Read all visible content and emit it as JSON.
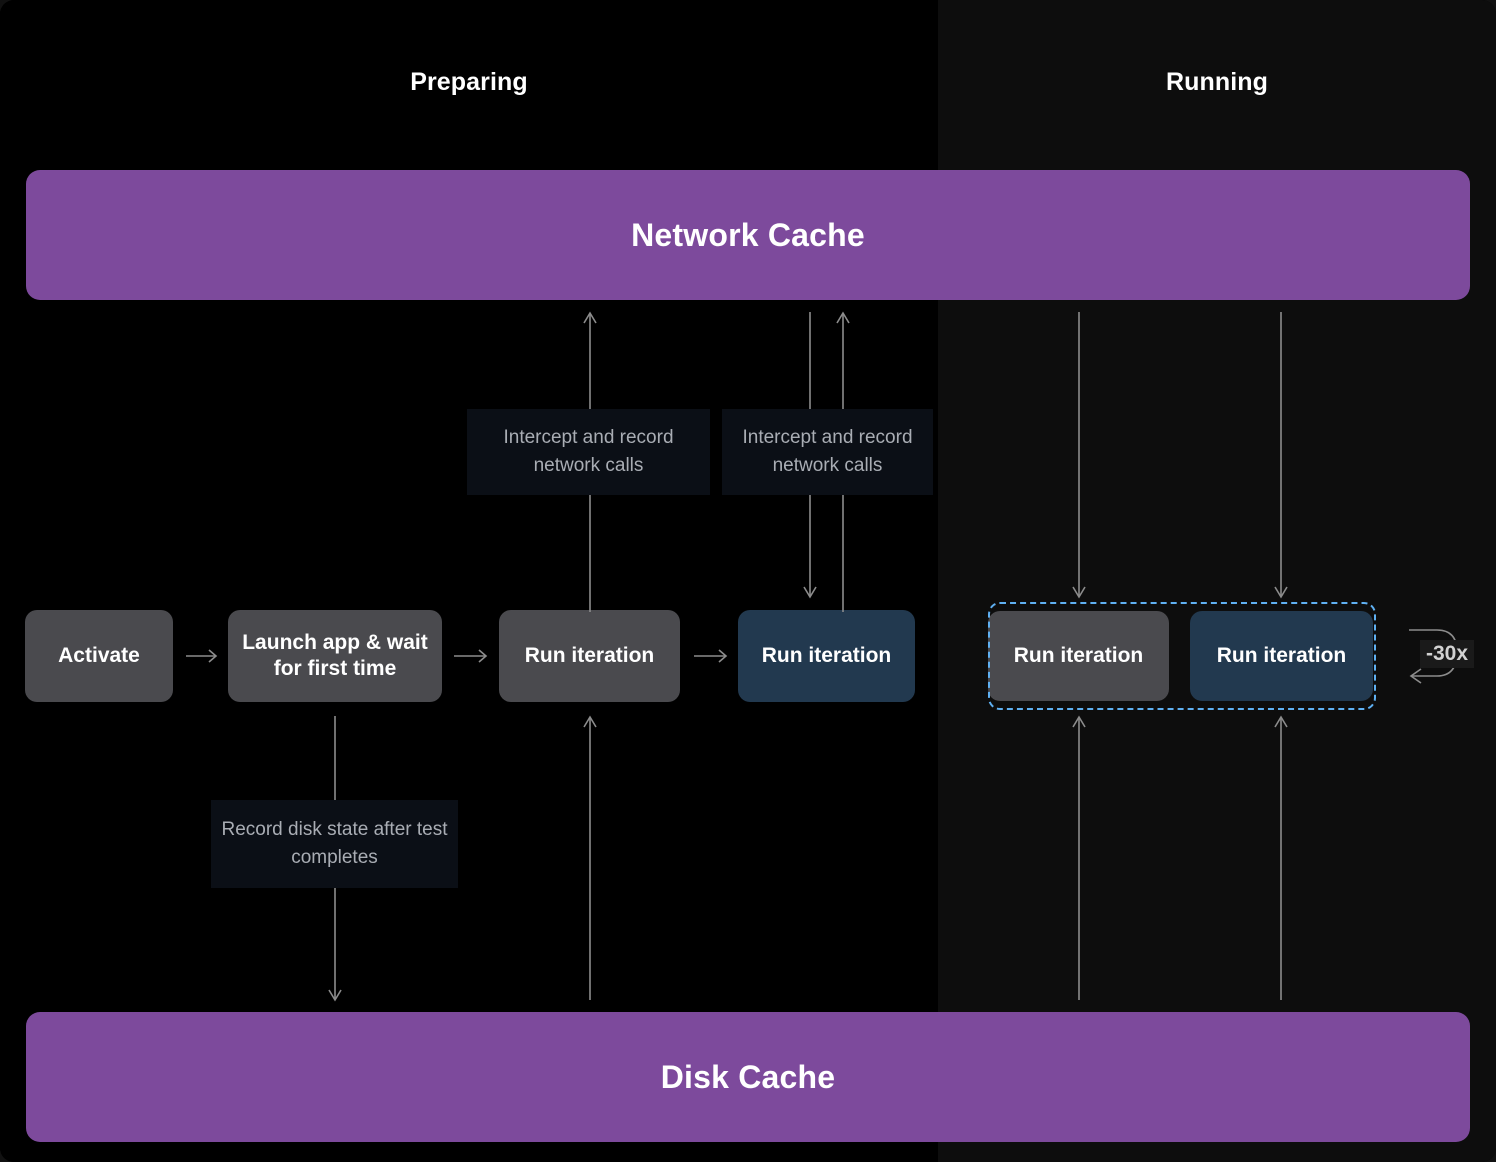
{
  "panels": [
    {
      "id": "preparing",
      "title": "Preparing"
    },
    {
      "id": "running",
      "title": "Running"
    }
  ],
  "caches": {
    "network": {
      "label": "Network Cache",
      "color": "#7d4a9c"
    },
    "disk": {
      "label": "Disk Cache",
      "color": "#7d4a9c"
    }
  },
  "nodes": [
    {
      "id": "activate",
      "label": "Activate",
      "variant": "grey",
      "phase": "preparing"
    },
    {
      "id": "launch",
      "label": "Launch app & wait for first time",
      "variant": "grey",
      "phase": "preparing"
    },
    {
      "id": "run-prep-1",
      "label": "Run iteration",
      "variant": "grey",
      "phase": "preparing"
    },
    {
      "id": "run-prep-2",
      "label": "Run iteration",
      "variant": "blue",
      "phase": "preparing"
    },
    {
      "id": "run-running-1",
      "label": "Run iteration",
      "variant": "grey",
      "phase": "running"
    },
    {
      "id": "run-running-2",
      "label": "Run iteration",
      "variant": "blue",
      "phase": "running"
    }
  ],
  "notes": [
    {
      "id": "note-intercept-1",
      "label": "Intercept and record network calls"
    },
    {
      "id": "note-intercept-2",
      "label": "Intercept and record network calls"
    },
    {
      "id": "note-record-disk",
      "label": "Record disk state after test completes"
    }
  ],
  "loop": {
    "label": "-30x",
    "icon": "loop-arrow-icon"
  },
  "selection": {
    "color": "#5fb0f2",
    "style": "dashed"
  },
  "colors": {
    "node_grey": "#4a4a4e",
    "node_blue": "#22394f",
    "cache_purple": "#7d4a9c",
    "connector": "#8c8c8c",
    "note_bg": "#0b0f16",
    "note_text": "#a9adb4",
    "panel_preparing_bg": "#000000",
    "panel_running_bg": "#0d0d0d"
  }
}
